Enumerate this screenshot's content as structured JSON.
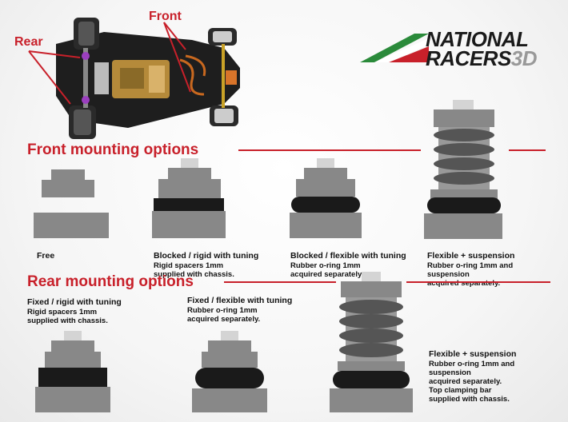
{
  "callouts": {
    "rear": "Rear",
    "front": "Front"
  },
  "logo": {
    "line1": "NATIONAL",
    "line2": "RACERS",
    "suffix": "3D",
    "colors": [
      "#2a8a3a",
      "#ffffff",
      "#c8202a"
    ]
  },
  "front": {
    "title": "Front mounting options",
    "options": [
      {
        "heading": "Free",
        "lines": []
      },
      {
        "heading": "Blocked / rigid with tuning",
        "lines": [
          "Rigid spacers 1mm",
          "supplied with chassis."
        ]
      },
      {
        "heading": "Blocked / flexible with tuning",
        "lines": [
          "Rubber o-ring 1mm",
          "acquired separately."
        ]
      },
      {
        "heading": "Flexible + suspension",
        "lines": [
          "Rubber o-ring 1mm and",
          "suspension",
          "acquired separately."
        ]
      }
    ]
  },
  "rear": {
    "title": "Rear mounting options",
    "options": [
      {
        "heading": "Fixed / rigid with tuning",
        "lines": [
          "Rigid spacers 1mm",
          "supplied with chassis."
        ]
      },
      {
        "heading": "Fixed / flexible with tuning",
        "lines": [
          "Rubber o-ring 1mm",
          "acquired separately."
        ]
      },
      {
        "heading": "Flexible + suspension",
        "lines": [
          "Rubber o-ring 1mm and",
          "suspension",
          "acquired separately.",
          "Top clamping bar",
          "supplied with chassis."
        ]
      }
    ]
  }
}
